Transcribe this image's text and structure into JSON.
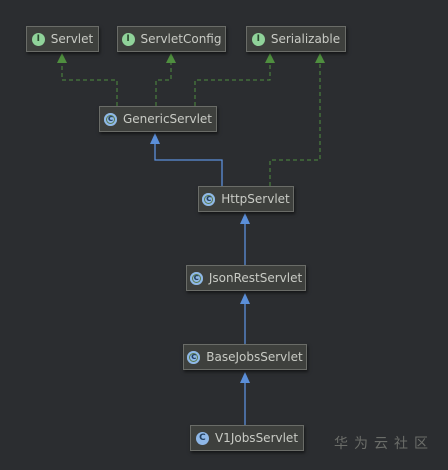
{
  "nodes": {
    "servlet": {
      "label": "Servlet",
      "kind": "interface",
      "badge": "I"
    },
    "servlet_config": {
      "label": "ServletConfig",
      "kind": "interface",
      "badge": "I"
    },
    "serializable": {
      "label": "Serializable",
      "kind": "interface",
      "badge": "I"
    },
    "generic_servlet": {
      "label": "GenericServlet",
      "kind": "abstract-class",
      "badge": "c"
    },
    "http_servlet": {
      "label": "HttpServlet",
      "kind": "abstract-class",
      "badge": "c"
    },
    "json_rest_servlet": {
      "label": "JsonRestServlet",
      "kind": "abstract-class",
      "badge": "c"
    },
    "base_jobs_servlet": {
      "label": "BaseJobsServlet",
      "kind": "abstract-class",
      "badge": "c"
    },
    "v1_jobs_servlet": {
      "label": "V1JobsServlet",
      "kind": "class",
      "badge": "C"
    }
  },
  "edges": [
    {
      "from": "generic_servlet",
      "to": "servlet",
      "type": "implements"
    },
    {
      "from": "generic_servlet",
      "to": "servlet_config",
      "type": "implements"
    },
    {
      "from": "generic_servlet",
      "to": "serializable",
      "type": "implements"
    },
    {
      "from": "http_servlet",
      "to": "generic_servlet",
      "type": "extends"
    },
    {
      "from": "http_servlet",
      "to": "serializable",
      "type": "implements"
    },
    {
      "from": "json_rest_servlet",
      "to": "http_servlet",
      "type": "extends"
    },
    {
      "from": "base_jobs_servlet",
      "to": "json_rest_servlet",
      "type": "extends"
    },
    {
      "from": "v1_jobs_servlet",
      "to": "base_jobs_servlet",
      "type": "extends"
    }
  ],
  "colors": {
    "background": "#2b2d30",
    "extends_edge": "#5b8fd9",
    "implements_edge": "#4f8f3f",
    "node_fill": "#3e403d",
    "node_text": "#c9cbc5"
  },
  "watermark": "华为云社区"
}
